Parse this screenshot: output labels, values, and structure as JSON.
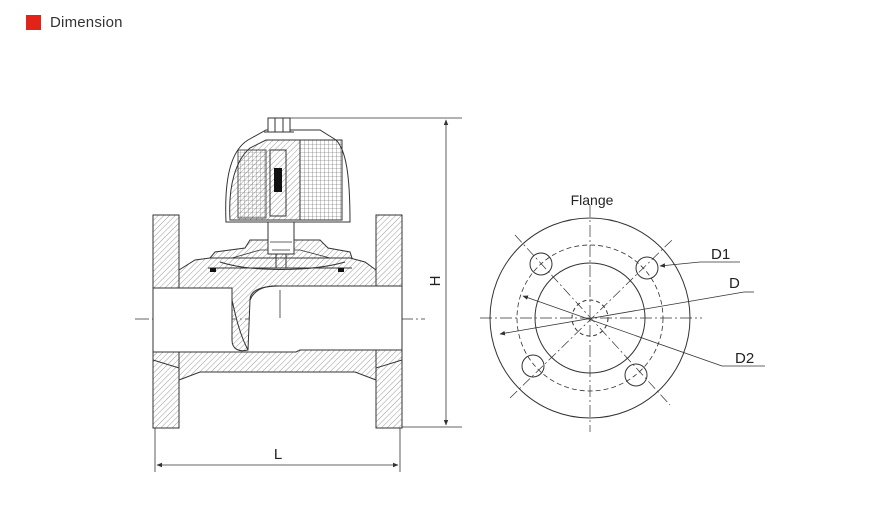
{
  "header": {
    "title": "Dimension"
  },
  "labels": {
    "L": "L",
    "H": "H",
    "flange": "Flange",
    "D1": "D1",
    "D": "D",
    "D2": "D2"
  },
  "colors": {
    "accent": "#e2231a",
    "line": "#333333",
    "hatch": "#9a9a9a"
  },
  "icons": {
    "marker": "red-square-icon"
  }
}
